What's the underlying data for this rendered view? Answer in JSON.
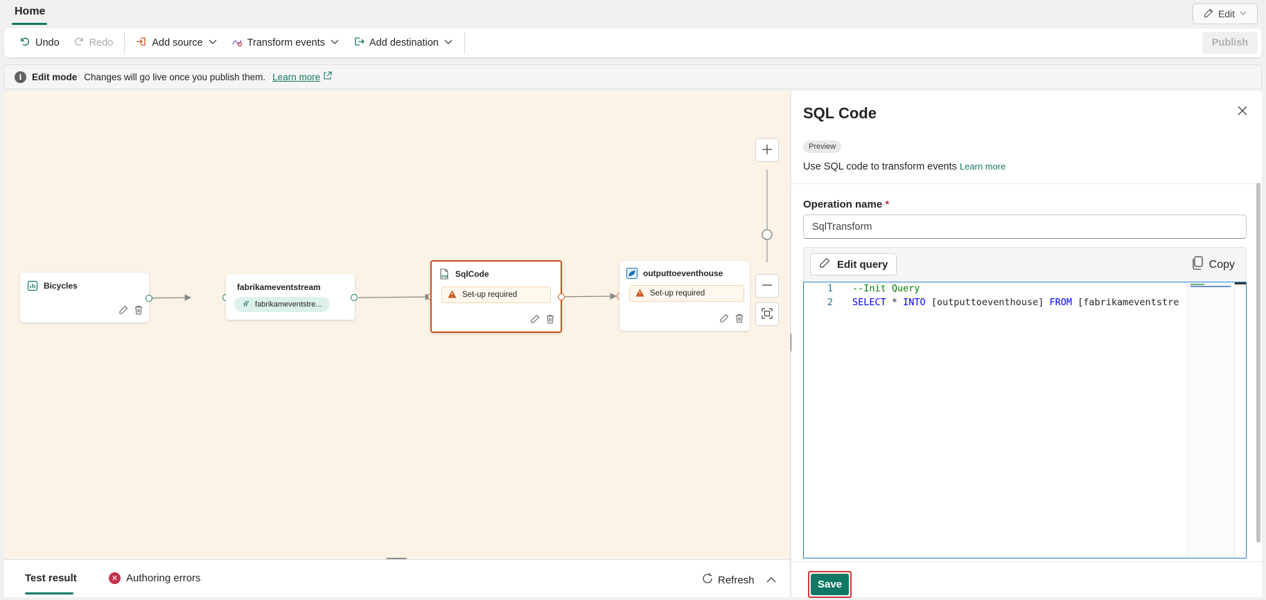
{
  "tabs": {
    "home_label": "Home"
  },
  "header": {
    "edit_label": "Edit"
  },
  "toolbar": {
    "undo_label": "Undo",
    "redo_label": "Redo",
    "add_source_label": "Add source",
    "transform_events_label": "Transform events",
    "add_destination_label": "Add destination",
    "publish_label": "Publish"
  },
  "infobar": {
    "title": "Edit mode",
    "message": "Changes will go live once you publish them.",
    "link": "Learn more"
  },
  "canvas": {
    "nodes": [
      {
        "title": "Bicycles",
        "icon": "chart-icon"
      },
      {
        "title": "fabrikameventstream",
        "chip": "fabrikameventstre...",
        "icon": "stream-icon"
      },
      {
        "title": "SqlCode",
        "warning": "Set-up required",
        "icon": "sql-file-icon"
      },
      {
        "title": "outputtoeventhouse",
        "warning": "Set-up required",
        "icon": "eventhouse-icon"
      }
    ],
    "accent_color": "#117865",
    "selected_color": "#c8501a",
    "background_color": "#faf3e6"
  },
  "bottom_panel": {
    "tabs": [
      {
        "label": "Test result"
      },
      {
        "label": "Authoring errors"
      }
    ],
    "refresh_label": "Refresh"
  },
  "panel": {
    "title": "SQL Code",
    "badge": "Preview",
    "description": "Use SQL code to transform events",
    "description_link": "Learn more",
    "operation_name_label": "Operation name",
    "required_mark": "*",
    "operation_name_value": "SqlTransform",
    "edit_query_label": "Edit query",
    "copy_label": "Copy",
    "code": {
      "line1": {
        "number": "1",
        "text": "--Init Query"
      },
      "line2": {
        "number": "2",
        "kw_select": "SELECT",
        "star": " * ",
        "kw_into": "INTO",
        "target": " [outputtoeventhouse] ",
        "kw_from": "FROM",
        "source": " [fabrikameventstre"
      }
    },
    "save_label": "Save"
  }
}
